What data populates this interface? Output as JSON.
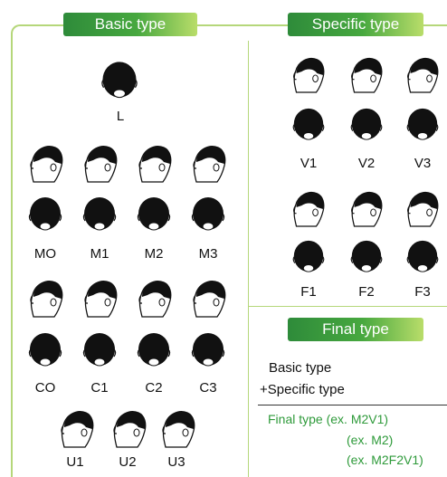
{
  "sections": {
    "basic_title": "Basic type",
    "specific_title": "Specific type",
    "final_title": "Final type"
  },
  "basic": {
    "l_label": "L",
    "m_labels": [
      "MO",
      "M1",
      "M2",
      "M3"
    ],
    "c_labels": [
      "CO",
      "C1",
      "C2",
      "C3"
    ],
    "u_labels": [
      "U1",
      "U2",
      "U3"
    ]
  },
  "specific": {
    "v_labels": [
      "V1",
      "V2",
      "V3"
    ],
    "f_labels": [
      "F1",
      "F2",
      "F3"
    ]
  },
  "final": {
    "line1": "Basic type",
    "line2": "+Specific type",
    "ex1": "Final type (ex. M2V1)",
    "ex2": "(ex. M2)",
    "ex3": "(ex. M2F2V1)"
  },
  "colors": {
    "accent": "#47a83f",
    "border": "#b5d77a",
    "example_text": "#2e9a3a"
  }
}
